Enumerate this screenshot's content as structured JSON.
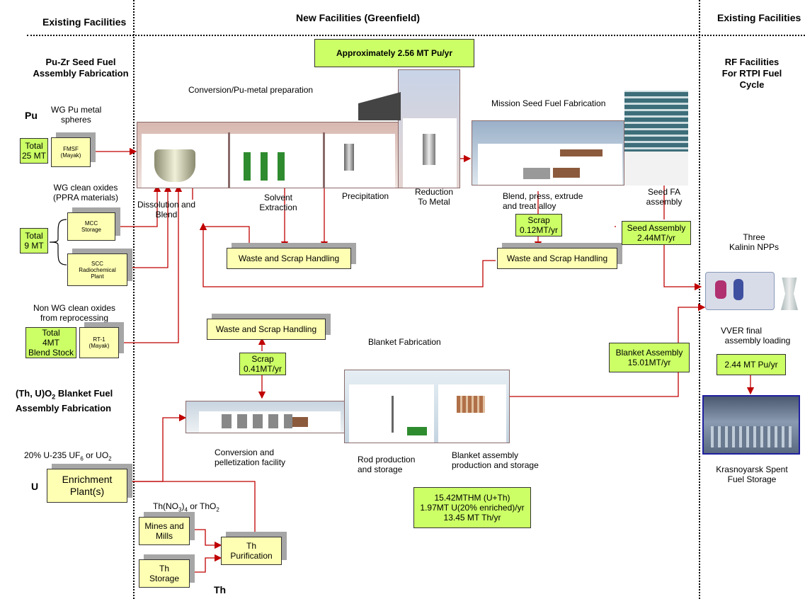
{
  "headers": {
    "left": "Existing Facilities",
    "center": "New Facilities (Greenfield)",
    "right": "Existing Facilities"
  },
  "top_box": "Approximately 2.56 MT Pu/yr",
  "left_section": {
    "title_line1": "Pu-Zr Seed Fuel",
    "title_line2": "Assembly Fabrication",
    "pu_label": "Pu",
    "wg_pu_line1": "WG Pu metal",
    "wg_pu_line2": "spheres",
    "total_25_line1": "Total",
    "total_25_line2": "25 MT",
    "fmsf_line1": "FMSF",
    "fmsf_line2": "(Mayak)",
    "wg_oxides_line1": "WG clean oxides",
    "wg_oxides_line2": "(PPRA materials)",
    "total_9_line1": "Total",
    "total_9_line2": "9 MT",
    "mcc_line1": "MCC",
    "mcc_line2": "Storage",
    "scc_line1": "SCC",
    "scc_line2": "Radiochemical",
    "scc_line3": "Plant",
    "nonwg_line1": "Non WG clean oxides",
    "nonwg_line2": "from reprocessing",
    "total_4_line1": "Total",
    "total_4_line2": "4MT",
    "total_4_line3": "Blend Stock",
    "rt1_line1": "RT-1",
    "rt1_line2": "(Mayak)",
    "blanket_title_line1": "(Th, U)O",
    "blanket_title_sub": "2",
    "blanket_title_rest": " Blanket Fuel",
    "blanket_title_line2": "Assembly Fabrication",
    "u235_prefix": "20% U-235 UF",
    "u235_sub": "6",
    "u235_mid": " or UO",
    "u235_sub2": "2",
    "u_label": "U",
    "enrichment_line1": "Enrichment",
    "enrichment_line2": "Plant(s)"
  },
  "center": {
    "conversion_title": "Conversion/Pu-metal preparation",
    "dissolution_line1": "Dissolution and",
    "dissolution_line2": "Blend",
    "solvent_line1": "Solvent",
    "solvent_line2": "Extraction",
    "precipitation": "Precipitation",
    "reduction_line1": "Reduction",
    "reduction_line2": "To Metal",
    "mission_title": "Mission Seed Fuel Fabrication",
    "blend_line1": "Blend, press, extrude",
    "blend_line2": "and treat alloy",
    "seed_fa_line1": "Seed FA",
    "seed_fa_line2": "assembly",
    "scrap1_line1": "Scrap",
    "scrap1_line2": "0.12MT/yr",
    "waste1": "Waste and Scrap Handling",
    "waste2": "Waste and Scrap Handling",
    "waste3": "Waste and Scrap Handling",
    "seed_assembly_line1": "Seed Assembly",
    "seed_assembly_line2": "2.44MT/yr",
    "scrap2_line1": "Scrap",
    "scrap2_line2": "0.41MT/yr",
    "blanket_fab": "Blanket Fabrication",
    "blanket_assembly_line1": "Blanket Assembly",
    "blanket_assembly_line2": "15.01MT/yr",
    "conv_pellet_line1": "Conversion and",
    "conv_pellet_line2": "pelletization facility",
    "rod_line1": "Rod production",
    "rod_line2": "and storage",
    "blanket_asm_line1": "Blanket assembly",
    "blanket_asm_line2": "production and storage",
    "summary_line1": "15.42MTHM (U+Th)",
    "summary_line2": "1.97MT U(20% enriched)/yr",
    "summary_line3": "13.45 MT Th/yr",
    "th_no3_prefix": "Th(NO",
    "th_no3_sub": "3",
    "th_no3_mid": ")",
    "th_no3_sub2": "4",
    "th_no3_rest": " or ThO",
    "th_no3_sub3": "2",
    "mines_line1": "Mines and",
    "mines_line2": "Mills",
    "th_purif_line1": "Th",
    "th_purif_line2": "Purification",
    "th_storage_line1": "Th",
    "th_storage_line2": "Storage",
    "th_label": "Th"
  },
  "right_section": {
    "title_line1": "RF Facilities",
    "title_line2": "For RTPI Fuel",
    "title_line3": "Cycle",
    "npp_line1": "Three",
    "npp_line2": "Kalinin NPPs",
    "vver_line1": "VVER final",
    "vver_line2": "assembly loading",
    "pu_box": "2.44 MT Pu/yr",
    "kras_line1": "Krasnoyarsk Spent",
    "kras_line2": "Fuel Storage"
  },
  "colors": {
    "green_box": "#ccff66",
    "yellow_box": "#ffffb3",
    "arrow_red": "#c00000",
    "shadow_gray": "#a6a6a6"
  }
}
